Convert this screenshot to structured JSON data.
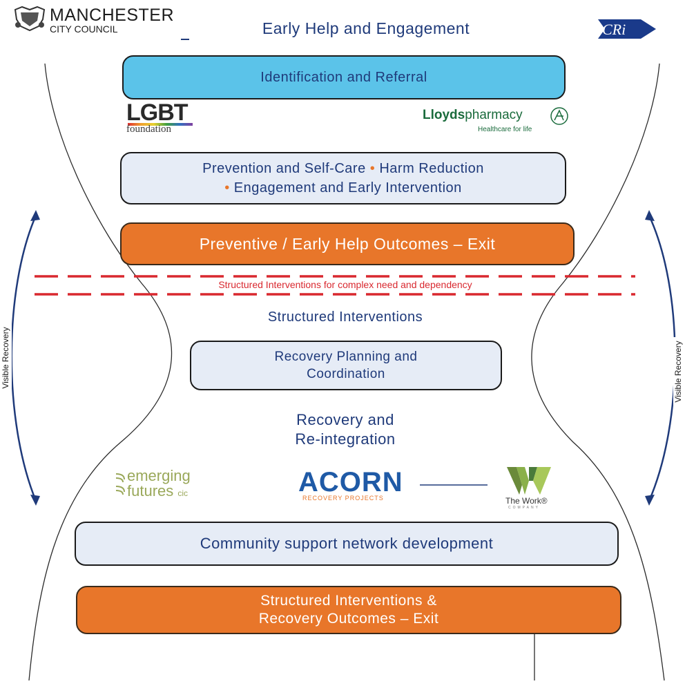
{
  "header": {
    "org_line1": "MANCHESTER",
    "org_line2": "CITY COUNCIL",
    "title": "Early Help and Engagement",
    "partner_logo": "CRi"
  },
  "boxes": {
    "identification": "Identification and Referral",
    "prevention_line1_a": "Prevention and Self-Care",
    "prevention_bullet": "•",
    "prevention_line1_b": "Harm Reduction",
    "prevention_line2": "Engagement and Early Intervention",
    "preventive_outcomes": "Preventive / Early Help Outcomes – Exit",
    "recovery_planning_line1": "Recovery Planning and",
    "recovery_planning_line2": "Coordination",
    "community_support": "Community support network development",
    "structured_outcomes_line1": "Structured Interventions &",
    "structured_outcomes_line2": "Recovery Outcomes – Exit"
  },
  "labels": {
    "dashed_band": "Structured Interventions for complex need and dependency",
    "structured_interventions": "Structured Interventions",
    "recovery_line1": "Recovery and",
    "recovery_line2": "Re-integration",
    "visible_recovery_left": "Visible Recovery",
    "visible_recovery_right": "Visible Recovery"
  },
  "logos": {
    "lgbt_main": "LGBT",
    "lgbt_sub": "foundation",
    "lloyds_bold": "Lloyds",
    "lloyds_rest": "pharmacy",
    "lloyds_tag": "Healthcare for life",
    "emerging_line1": "emerging",
    "emerging_line2": "futures",
    "emerging_suffix": "cic",
    "acorn_main": "ACORN",
    "acorn_sub": "RECOVERY PROJECTS",
    "work_main": "The Work®",
    "work_sub": "COMPANY"
  },
  "colors": {
    "blue_box": "#5bc3e9",
    "light_box": "#e6ecf6",
    "orange_box": "#e8762a",
    "text_navy": "#1f3a7a",
    "dashed_red": "#d9282f"
  }
}
